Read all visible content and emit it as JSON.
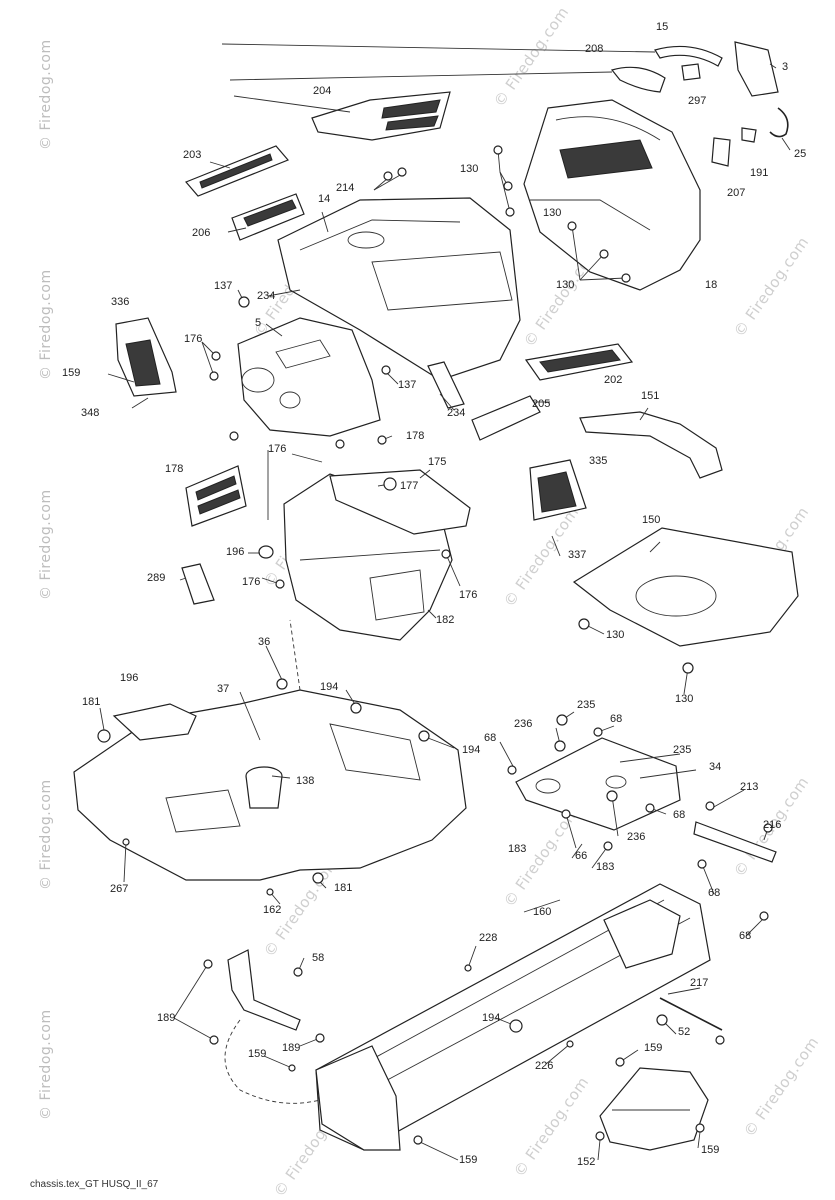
{
  "watermark_text": "© Firedog.com",
  "caption": "chassis.tex_GT HUSQ_II_67",
  "callouts": [
    {
      "id": "c15",
      "text": "15"
    },
    {
      "id": "c208a",
      "text": "208"
    },
    {
      "id": "c3",
      "text": "3"
    },
    {
      "id": "c297",
      "text": "297"
    },
    {
      "id": "c25",
      "text": "25"
    },
    {
      "id": "c204",
      "text": "204"
    },
    {
      "id": "c191",
      "text": "191"
    },
    {
      "id": "c207",
      "text": "207"
    },
    {
      "id": "c203",
      "text": "203"
    },
    {
      "id": "c130a",
      "text": "130"
    },
    {
      "id": "c214",
      "text": "214"
    },
    {
      "id": "c130b",
      "text": "130"
    },
    {
      "id": "c14",
      "text": "14"
    },
    {
      "id": "c206",
      "text": "206"
    },
    {
      "id": "c130c",
      "text": "130"
    },
    {
      "id": "c18",
      "text": "18"
    },
    {
      "id": "c137a",
      "text": "137"
    },
    {
      "id": "c234a",
      "text": "234"
    },
    {
      "id": "c336",
      "text": "336"
    },
    {
      "id": "c5",
      "text": "5"
    },
    {
      "id": "c176a",
      "text": "176"
    },
    {
      "id": "c159a",
      "text": "159"
    },
    {
      "id": "c137b",
      "text": "137"
    },
    {
      "id": "c202",
      "text": "202"
    },
    {
      "id": "c348",
      "text": "348"
    },
    {
      "id": "c234b",
      "text": "234"
    },
    {
      "id": "c205",
      "text": "205"
    },
    {
      "id": "c151",
      "text": "151"
    },
    {
      "id": "c178a",
      "text": "178"
    },
    {
      "id": "c176b",
      "text": "176"
    },
    {
      "id": "c178b",
      "text": "178"
    },
    {
      "id": "c175",
      "text": "175"
    },
    {
      "id": "c335",
      "text": "335"
    },
    {
      "id": "c177",
      "text": "177"
    },
    {
      "id": "c150",
      "text": "150"
    },
    {
      "id": "c337",
      "text": "337"
    },
    {
      "id": "c196",
      "text": "196"
    },
    {
      "id": "c289",
      "text": "289"
    },
    {
      "id": "c176c",
      "text": "176"
    },
    {
      "id": "c176d",
      "text": "176"
    },
    {
      "id": "c182",
      "text": "182"
    },
    {
      "id": "c130d",
      "text": "130"
    },
    {
      "id": "c36",
      "text": "36"
    },
    {
      "id": "c130e",
      "text": "130"
    },
    {
      "id": "c196b",
      "text": "196"
    },
    {
      "id": "c194a",
      "text": "194"
    },
    {
      "id": "c181a",
      "text": "181"
    },
    {
      "id": "c37",
      "text": "37"
    },
    {
      "id": "c235a",
      "text": "235"
    },
    {
      "id": "c236a",
      "text": "236"
    },
    {
      "id": "c68a",
      "text": "68"
    },
    {
      "id": "c68b",
      "text": "68"
    },
    {
      "id": "c194b",
      "text": "194"
    },
    {
      "id": "c235b",
      "text": "235"
    },
    {
      "id": "c138",
      "text": "138"
    },
    {
      "id": "c34",
      "text": "34"
    },
    {
      "id": "c213",
      "text": "213"
    },
    {
      "id": "c68c",
      "text": "68"
    },
    {
      "id": "c216",
      "text": "216"
    },
    {
      "id": "c236b",
      "text": "236"
    },
    {
      "id": "c183a",
      "text": "183"
    },
    {
      "id": "c66",
      "text": "66"
    },
    {
      "id": "c183b",
      "text": "183"
    },
    {
      "id": "c267",
      "text": "267"
    },
    {
      "id": "c181b",
      "text": "181"
    },
    {
      "id": "c68d",
      "text": "68"
    },
    {
      "id": "c162",
      "text": "162"
    },
    {
      "id": "c160",
      "text": "160"
    },
    {
      "id": "c68e",
      "text": "68"
    },
    {
      "id": "c228",
      "text": "228"
    },
    {
      "id": "c58",
      "text": "58"
    },
    {
      "id": "c217",
      "text": "217"
    },
    {
      "id": "c189a",
      "text": "189"
    },
    {
      "id": "c194c",
      "text": "194"
    },
    {
      "id": "c52",
      "text": "52"
    },
    {
      "id": "c189b",
      "text": "189"
    },
    {
      "id": "c159b",
      "text": "159"
    },
    {
      "id": "c226",
      "text": "226"
    },
    {
      "id": "c159c",
      "text": "159"
    },
    {
      "id": "c159d",
      "text": "159"
    },
    {
      "id": "c152",
      "text": "152"
    },
    {
      "id": "c159e",
      "text": "159"
    }
  ]
}
